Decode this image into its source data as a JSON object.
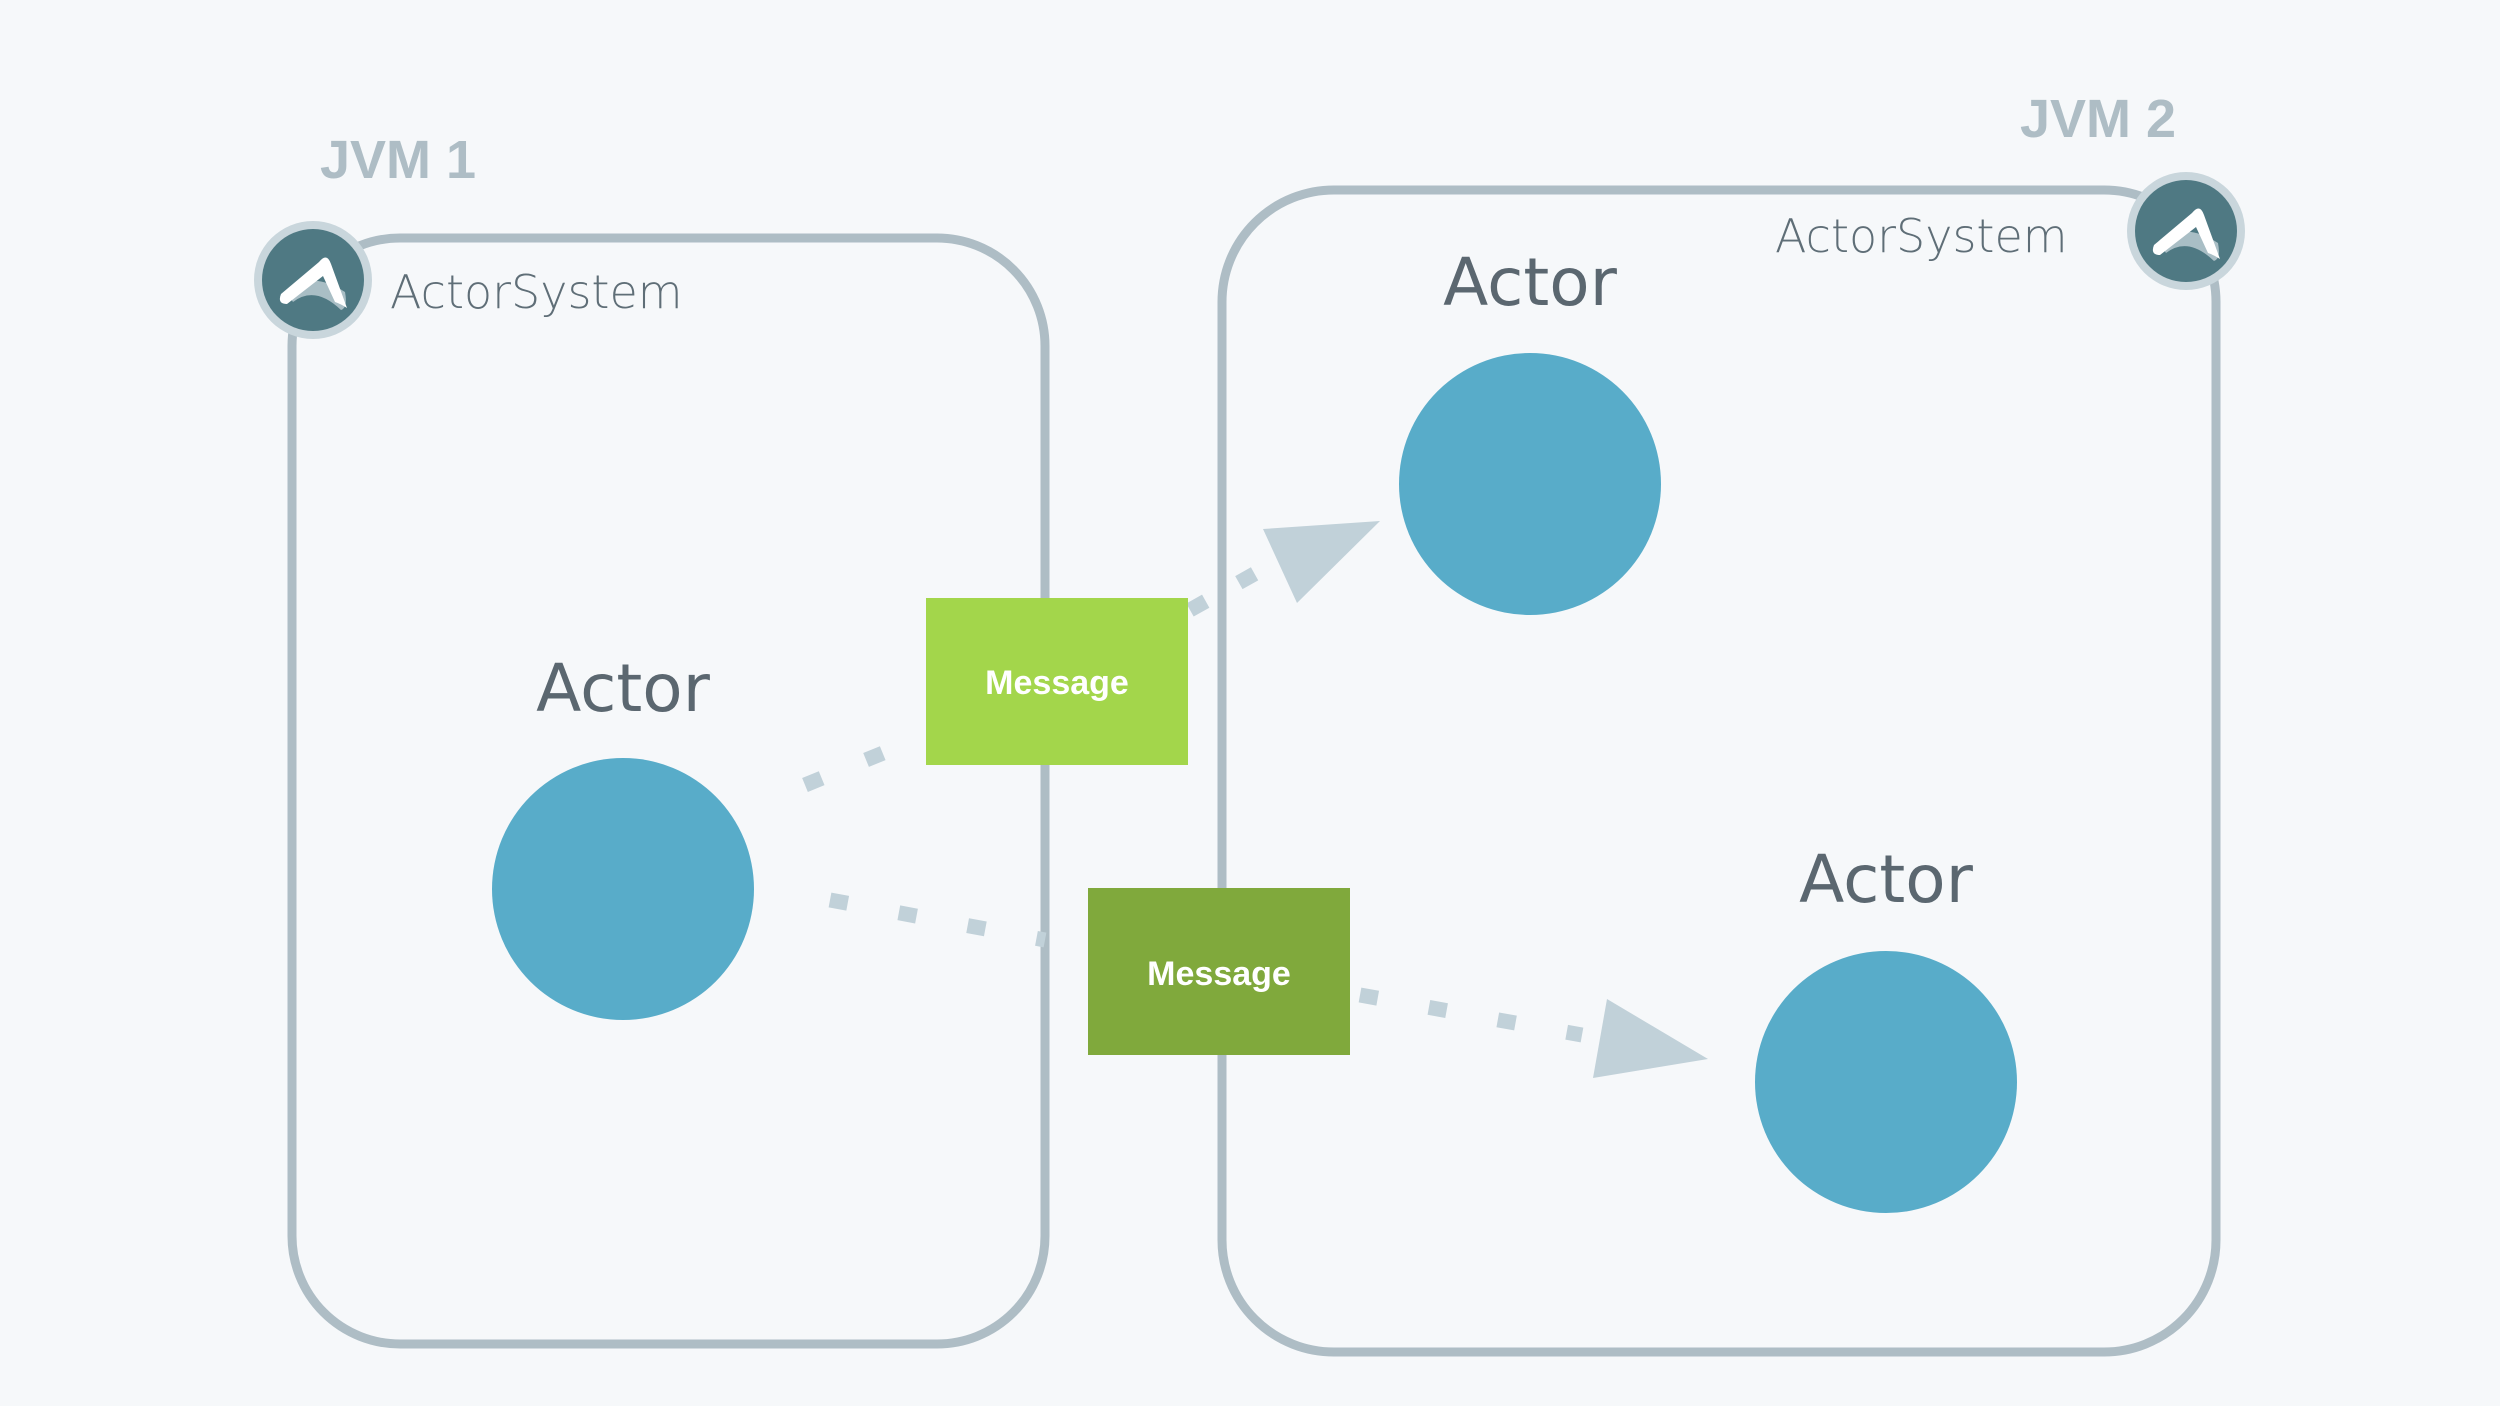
{
  "jvms": [
    {
      "label": "JVM 1",
      "system_label": "ActorSystem"
    },
    {
      "label": "JVM 2",
      "system_label": "ActorSystem"
    }
  ],
  "actors": [
    {
      "label": "Actor"
    },
    {
      "label": "Actor"
    },
    {
      "label": "Actor"
    }
  ],
  "messages": [
    {
      "label": "Message"
    },
    {
      "label": "Message"
    }
  ],
  "colors": {
    "background": "#f6f8fa",
    "system_border": "#aebdc5",
    "actor_fill": "#58acc9",
    "message_light": "#a3d64b",
    "message_dark": "#80a93c",
    "arrow": "#c1d1d9",
    "logo_dark": "#4f7983"
  },
  "icons": {
    "system_logo": "akka-logo-icon"
  }
}
